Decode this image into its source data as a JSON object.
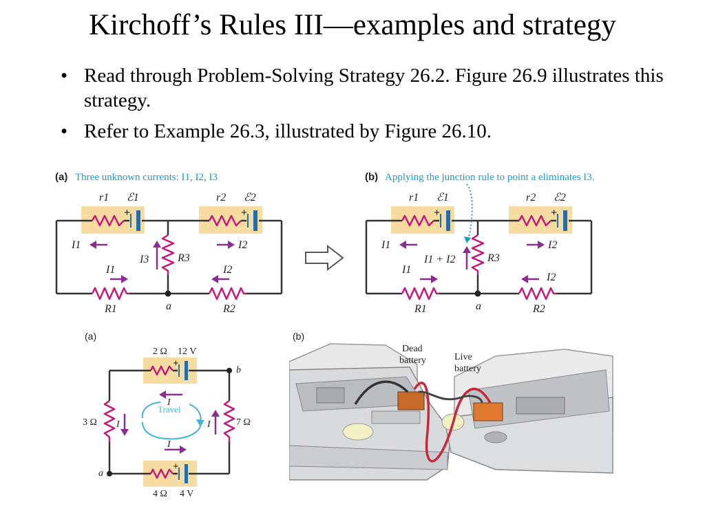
{
  "slide": {
    "title": "Kirchoff’s Rules III—examples and strategy",
    "bullets": [
      "Read through Problem-Solving Strategy 26.2. Figure 26.9 illustrates this strategy.",
      "Refer to Example 26.3, illustrated by Figure 26.10."
    ],
    "bullet_glyph": "•"
  },
  "fig9a": {
    "tag": "(a)",
    "caption": "Three unknown currents: I1, I2, I3",
    "r1": "r1",
    "e1": "ℰ1",
    "r2": "r2",
    "e2": "ℰ2",
    "i1_left": "I1",
    "i2_right": "I2",
    "i3": "I3",
    "r3": "R3",
    "i1_bottom": "I1",
    "i2_bottom": "I2",
    "rr1": "R1",
    "node_a": "a",
    "rr2": "R2"
  },
  "fig9b": {
    "tag": "(b)",
    "caption": "Applying the junction rule to point a eliminates I3.",
    "r1": "r1",
    "e1": "ℰ1",
    "r2": "r2",
    "e2": "ℰ2",
    "i1_left": "I1",
    "i2_right": "I2",
    "i1i2": "I1 + I2",
    "r3": "R3",
    "i1_bottom": "I1",
    "i2_bottom": "I2",
    "rr1": "R1",
    "node_a": "a",
    "rr2": "R2"
  },
  "fig10a": {
    "tag": "(a)",
    "top_r": "2 Ω",
    "top_v": "12 V",
    "node_b": "b",
    "left_r": "3 Ω",
    "right_r": "7 Ω",
    "i_top": "I",
    "i_left": "I",
    "i_right": "I",
    "i_bottom": "I",
    "travel": "Travel",
    "node_a": "a",
    "bot_r": "4 Ω",
    "bot_v": "4 V"
  },
  "fig10b": {
    "tag": "(b)",
    "dead": [
      "Dead",
      "battery"
    ],
    "live": [
      "Live",
      "battery"
    ]
  },
  "colors": {
    "caption": "#1a9ac9",
    "resistor": "#c2187a",
    "arrow": "#8b2d8f",
    "battery_bg": "#f6dca0",
    "battery": "#1f6fb0",
    "wire": "#333333",
    "travel": "#3db4d6"
  }
}
